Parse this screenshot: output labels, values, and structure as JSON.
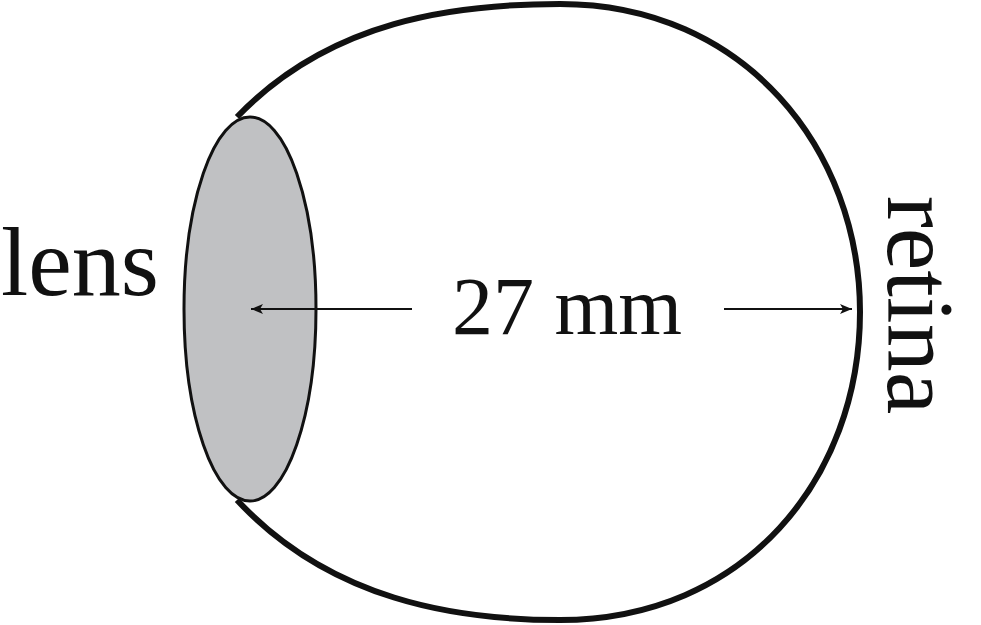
{
  "diagram": {
    "labels": [
      "lens",
      "27 mm",
      "retina"
    ]
  }
}
